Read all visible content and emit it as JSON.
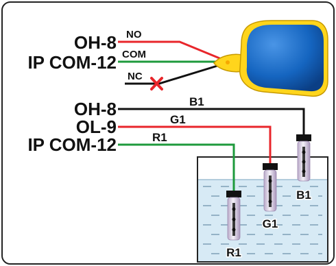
{
  "float_switch": {
    "terminals": [
      {
        "id": "oh8",
        "label": "OH-8",
        "wire": "NO",
        "wire_color": "#e8262b"
      },
      {
        "id": "ipcom",
        "label": "IP COM-12",
        "wire": "COM",
        "wire_color": "#1e9a3c"
      },
      {
        "id": "nc",
        "label": "",
        "wire": "NC",
        "wire_color": "#111111",
        "disconnected": true
      }
    ],
    "body_color": "#1565c0",
    "collar_color": "#ffd51c"
  },
  "probe_wiring": {
    "terminals": [
      {
        "id": "oh8b",
        "label": "OH-8",
        "wire": "B1",
        "wire_color": "#111111"
      },
      {
        "id": "ol9",
        "label": "OL-9",
        "wire": "G1",
        "wire_color": "#e8262b"
      },
      {
        "id": "ipcom2",
        "label": "IP COM-12",
        "wire": "R1",
        "wire_color": "#1e9a3c"
      }
    ]
  },
  "tank": {
    "probes": [
      {
        "id": "r1",
        "label": "R1",
        "position": "low"
      },
      {
        "id": "g1",
        "label": "G1",
        "position": "mid"
      },
      {
        "id": "b1",
        "label": "B1",
        "position": "high"
      }
    ],
    "water_color": "#d7eaf5"
  },
  "colors": {
    "border": "#222222",
    "cross": "#e8262b"
  }
}
